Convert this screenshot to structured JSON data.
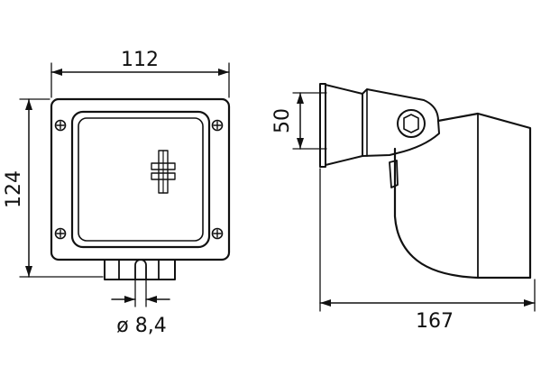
{
  "dimensions": {
    "width": "112",
    "height": "124",
    "mount_height": "50",
    "depth": "167",
    "bolt_diameter": "ø 8,4"
  },
  "colors": {
    "line": "#111111",
    "background": "#ffffff"
  }
}
